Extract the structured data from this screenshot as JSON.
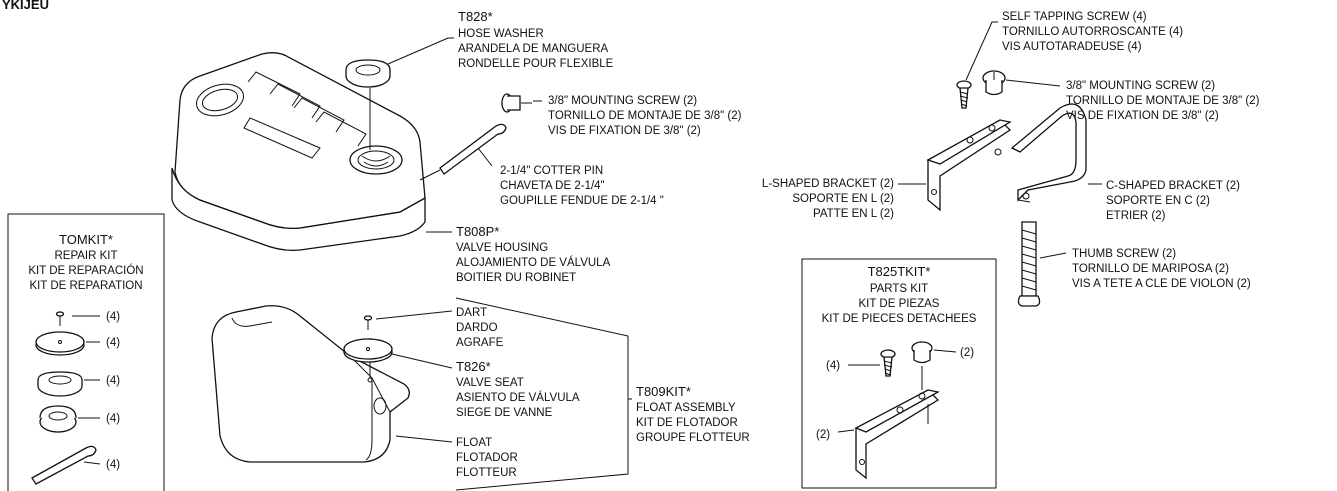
{
  "page_corner": "YKIJEU",
  "parts": {
    "t828": {
      "lines": [
        "T828*",
        "HOSE WASHER",
        "ARANDELA DE MANGUERA",
        "RONDELLE POUR FLEXIBLE"
      ]
    },
    "mount_screw_left": {
      "lines": [
        "3/8\" MOUNTING SCREW (2)",
        "TORNILLO DE MONTAJE DE 3/8\" (2)",
        "VIS DE FIXATION DE 3/8\" (2)"
      ]
    },
    "cotter_pin": {
      "lines": [
        "2-1/4\" COTTER PIN",
        "CHAVETA DE 2-1/4\"",
        "GOUPILLE FENDUE DE 2-1/4 \""
      ]
    },
    "t808p": {
      "lines": [
        "T808P*",
        "VALVE HOUSING",
        "ALOJAMIENTO DE VÁLVULA",
        "BOITIER DU ROBINET"
      ]
    },
    "dart": {
      "lines": [
        "DART",
        "DARDO",
        "AGRAFE"
      ]
    },
    "t826": {
      "lines": [
        "T826*",
        "VALVE SEAT",
        "ASIENTO DE VÁLVULA",
        "SIEGE DE VANNE"
      ]
    },
    "float": {
      "lines": [
        "FLOAT",
        "FLOTADOR",
        "FLOTTEUR"
      ]
    },
    "t809kit": {
      "lines": [
        "T809KIT*",
        "FLOAT ASSEMBLY",
        "KIT DE FLOTADOR",
        "GROUPE FLOTTEUR"
      ]
    },
    "self_tapping": {
      "lines": [
        "SELF TAPPING SCREW (4)",
        "TORNILLO AUTORROSCANTE (4)",
        "VIS AUTOTARADEUSE (4)"
      ]
    },
    "mount_screw_right": {
      "lines": [
        "3/8\" MOUNTING SCREW (2)",
        "TORNILLO DE MONTAJE DE 3/8\" (2)",
        "VIS DE FIXATION DE 3/8\" (2)"
      ]
    },
    "l_bracket": {
      "lines": [
        "L-SHAPED BRACKET (2)",
        "SOPORTE EN L (2)",
        "PATTE EN L (2)"
      ]
    },
    "c_bracket": {
      "lines": [
        "C-SHAPED BRACKET (2)",
        "SOPORTE EN C (2)",
        "ETRIER (2)"
      ]
    },
    "thumb_screw": {
      "lines": [
        "THUMB SCREW (2)",
        "TORNILLO DE MARIPOSA (2)",
        "VIS A TETE A CLE DE VIOLON (2)"
      ]
    }
  },
  "tomkit": {
    "title_lines": [
      "TOMKIT*",
      "REPAIR KIT",
      "KIT DE REPARACIÓN",
      "KIT DE REPARATION"
    ],
    "qty": [
      "(4)",
      "(4)",
      "(4)",
      "(4)",
      "(4)"
    ]
  },
  "t825tkit": {
    "title_lines": [
      "T825TKIT*",
      "PARTS KIT",
      "KIT DE PIEZAS",
      "KIT DE PIECES DETACHEES"
    ],
    "qty_screw": "(4)",
    "qty_mount": "(2)",
    "qty_bracket": "(2)"
  }
}
